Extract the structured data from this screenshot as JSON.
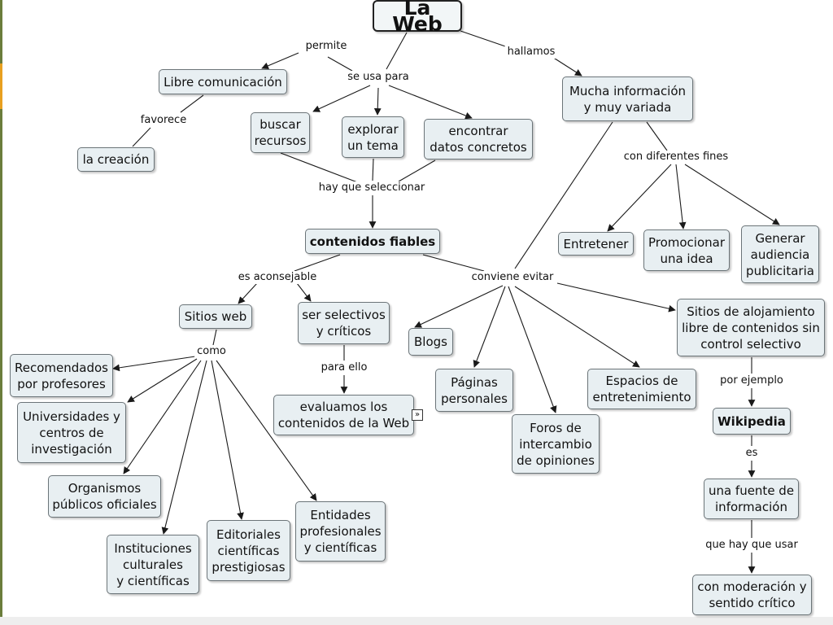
{
  "nodes": {
    "web": "La Web",
    "libre": "Libre comunicación",
    "creacion": "la creación",
    "buscar": "buscar\nrecursos",
    "explorar": "explorar\nun tema",
    "encontrar": "encontrar\ndatos concretos",
    "mucha": "Mucha información\ny muy variada",
    "entretener": "Entretener",
    "promocionar": "Promocionar\nuna idea",
    "generar": "Generar\naudiencia\npublicitaria",
    "fiables": "contenidos fiables",
    "sitios": "Sitios web",
    "selectivos": "ser selectivos\ny críticos",
    "evaluamos": "evaluamos los\ncontenidos de la Web",
    "recomendados": "Recomendados\npor profesores",
    "universidades": "Universidades y\ncentros de\ninvestigación",
    "organismos": "Organismos\npúblicos oficiales",
    "instituciones": "Instituciones\nculturales\ny científicas",
    "editoriales": "Editoriales\ncientíficas\nprestigiosas",
    "entidades": "Entidades\nprofesionales\ny científicas",
    "blogs": "Blogs",
    "paginas": "Páginas\npersonales",
    "foros": "Foros de\nintercambio\nde opiniones",
    "espacios": "Espacios de\nentretenimiento",
    "alojamiento": "Sitios de alojamiento\nlibre de contenidos sin\ncontrol selectivo",
    "wikipedia": "Wikipedia",
    "fuente": "una fuente de\ninformación",
    "moderacion": "con moderación y\nsentido crítico"
  },
  "links": {
    "permite": "permite",
    "se_usa_para": "se usa para",
    "hallamos": "hallamos",
    "favorece": "favorece",
    "con_diferentes_fines": "con diferentes fines",
    "hay_que_seleccionar": "hay que seleccionar",
    "es_aconsejable": "es aconsejable",
    "conviene_evitar": "conviene evitar",
    "como": "como",
    "para_ello": "para ello",
    "por_ejemplo": "por ejemplo",
    "es": "es",
    "que_hay_que_usar": "que hay que usar"
  },
  "link_icon": "»",
  "colors": {
    "node_fill": "#e8eff2",
    "node_border": "#6b7478",
    "line": "#1a1a1a",
    "frame_green": "#6b7d3c",
    "frame_orange": "#e8a020"
  }
}
